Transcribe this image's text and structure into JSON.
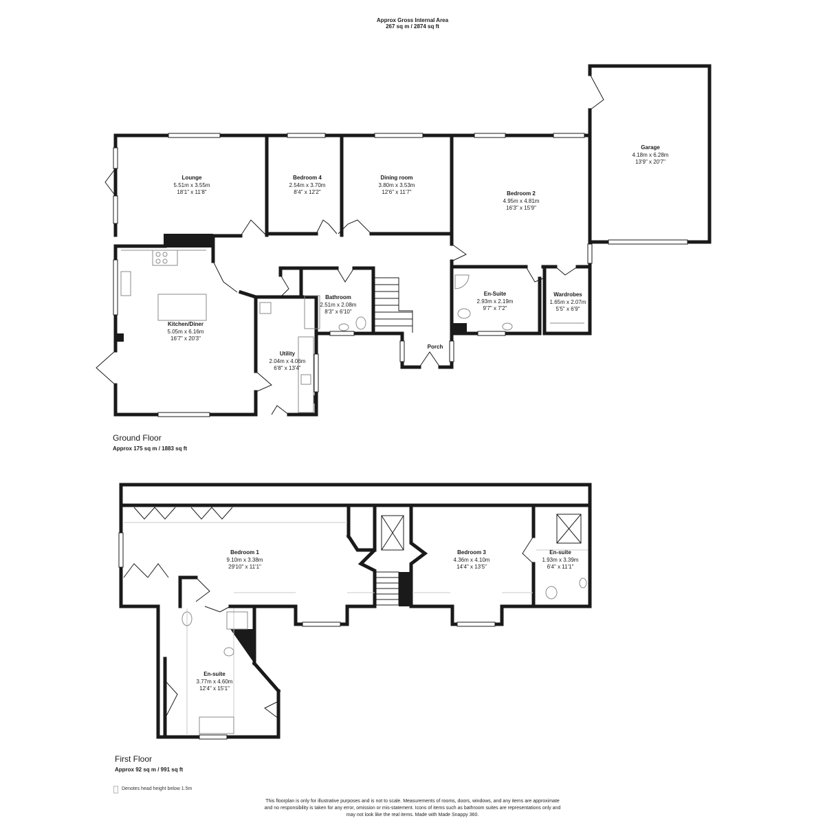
{
  "header": {
    "title": "Approx Gross Internal Area",
    "area": "267 sq m / 2874 sq ft"
  },
  "ground_floor": {
    "title": "Ground Floor",
    "area": "Approx 175 sq m / 1883 sq ft",
    "rooms": {
      "lounge": {
        "name": "Lounge",
        "metric": "5.51m x 3.55m",
        "imperial": "18'1\" x 11'8\""
      },
      "bedroom4": {
        "name": "Bedroom 4",
        "metric": "2.54m x 3.70m",
        "imperial": "8'4\" x 12'2\""
      },
      "dining": {
        "name": "Dining room",
        "metric": "3.80m x 3.53m",
        "imperial": "12'6\" x 11'7\""
      },
      "bedroom2": {
        "name": "Bedroom 2",
        "metric": "4.95m x 4.81m",
        "imperial": "16'3\" x 15'9\""
      },
      "garage": {
        "name": "Garage",
        "metric": "4.18m x 6.28m",
        "imperial": "13'9\" x 20'7\""
      },
      "kitchen": {
        "name": "Kitchen/Diner",
        "metric": "5.05m x 6.16m",
        "imperial": "16'7\" x 20'3\""
      },
      "bathroom": {
        "name": "Bathroom",
        "metric": "2.51m x 2.08m",
        "imperial": "8'3\" x 6'10\""
      },
      "utility": {
        "name": "Utility",
        "metric": "2.04m x 4.06m",
        "imperial": "6'8\" x 13'4\""
      },
      "ensuite": {
        "name": "En-Suite",
        "metric": "2.93m x 2.19m",
        "imperial": "9'7\" x 7'2\""
      },
      "wardrobes": {
        "name": "Wardrobes",
        "metric": "1.65m x 2.07m",
        "imperial": "5'5\" x 6'9\""
      },
      "porch": {
        "name": "Porch"
      }
    }
  },
  "first_floor": {
    "title": "First Floor",
    "area": "Approx 92 sq m / 991 sq ft",
    "rooms": {
      "bedroom1": {
        "name": "Bedroom 1",
        "metric": "9.10m x 3.38m",
        "imperial": "29'10\" x 11'1\""
      },
      "bedroom3": {
        "name": "Bedroom 3",
        "metric": "4.36m x 4.10m",
        "imperial": "14'4\" x 13'5\""
      },
      "ensuite_small": {
        "name": "En-suite",
        "metric": "1.93m x 3.39m",
        "imperial": "6'4\" x 11'1\""
      },
      "ensuite_large": {
        "name": "En-suite",
        "metric": "3.77m x 4.60m",
        "imperial": "12'4\" x 15'1\""
      }
    }
  },
  "legend": {
    "text": "Denotes head height below 1.5m"
  },
  "disclaimer": {
    "line1": "This floorplan is only for illustrative purposes and is not to scale. Measurements of rooms, doors, windows, and any items are approximate",
    "line2": "and no responsibility is taken for any error, omission or mis-statement. Icons of items such as bathroom suites are representations only and",
    "line3": "may not look like the real items. Made with Made Snappy 360."
  },
  "colors": {
    "wall": "#1a1a1a",
    "fixture": "#8a8a8a",
    "low_ceiling": "#d0d0d0"
  }
}
